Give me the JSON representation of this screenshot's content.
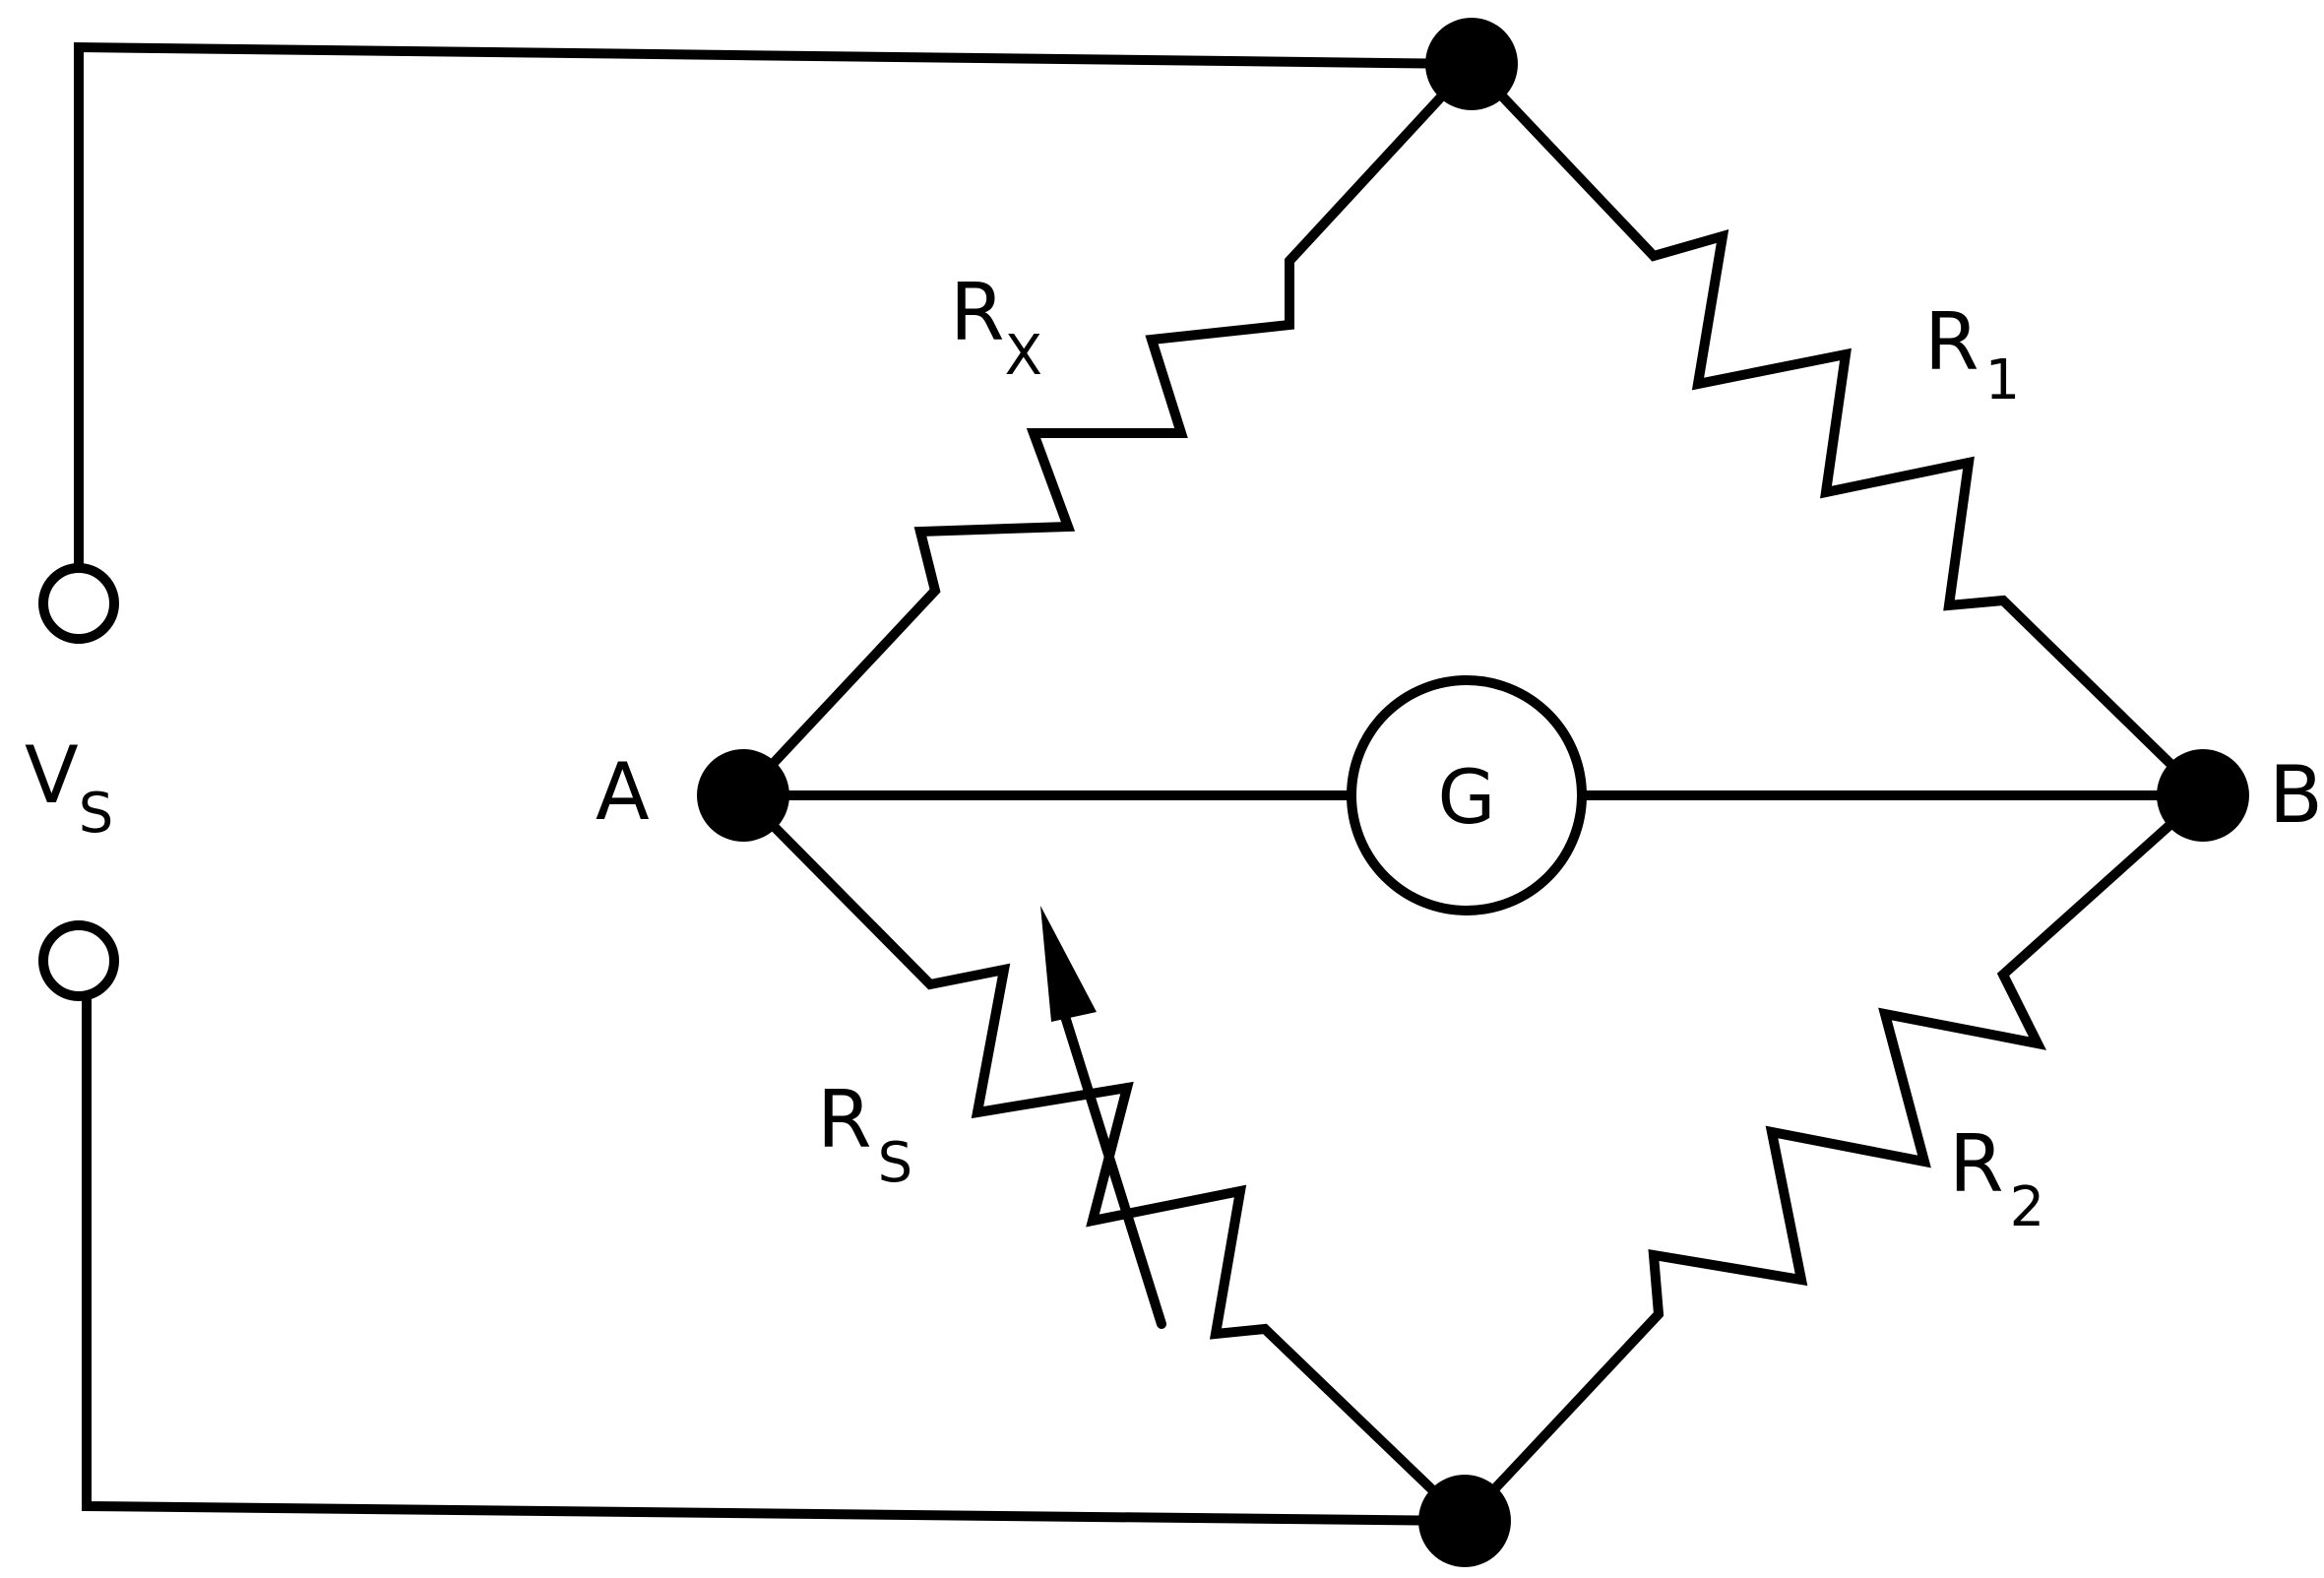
{
  "labels": {
    "vs": {
      "main": "V",
      "sub": "S"
    },
    "rx": {
      "main": "R",
      "sub": "X"
    },
    "r1": {
      "main": "R",
      "sub": "1"
    },
    "rs": {
      "main": "R",
      "sub": "S"
    },
    "r2": {
      "main": "R",
      "sub": "2"
    },
    "node_a": "A",
    "node_b": "B",
    "galvanometer": "G"
  },
  "colors": {
    "ink": "#000000",
    "background": "#ffffff"
  }
}
